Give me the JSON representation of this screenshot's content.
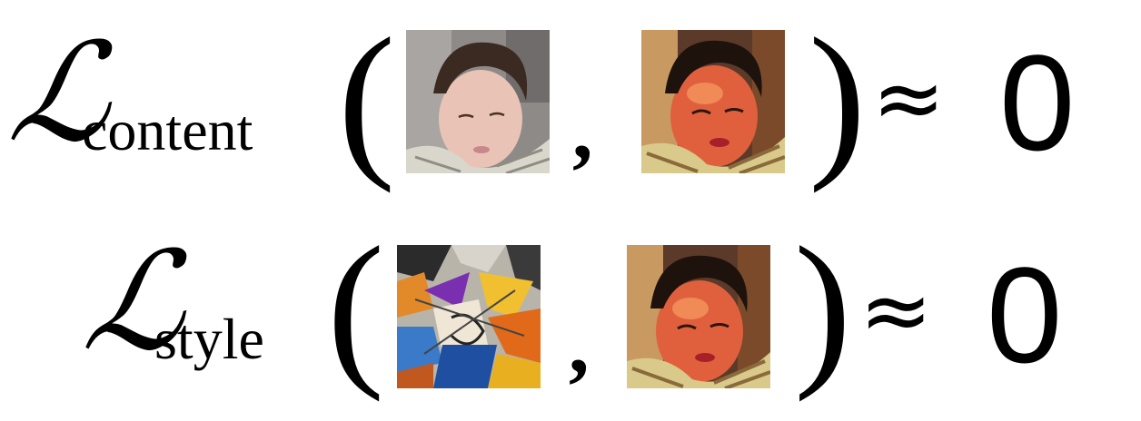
{
  "rows": [
    {
      "id": "content",
      "symbol": "ℒ",
      "subscript": "content",
      "open_paren": "(",
      "comma": ",",
      "close_paren": ")",
      "approx": "≈",
      "result": "0",
      "left_image": "sleeping-child-photo",
      "right_image": "stylized-child-painting"
    },
    {
      "id": "style",
      "symbol": "ℒ",
      "subscript": "style",
      "open_paren": "(",
      "comma": ",",
      "close_paren": ")",
      "approx": "≈",
      "result": "0",
      "left_image": "abstract-cubist-painting",
      "right_image": "stylized-child-painting"
    }
  ]
}
